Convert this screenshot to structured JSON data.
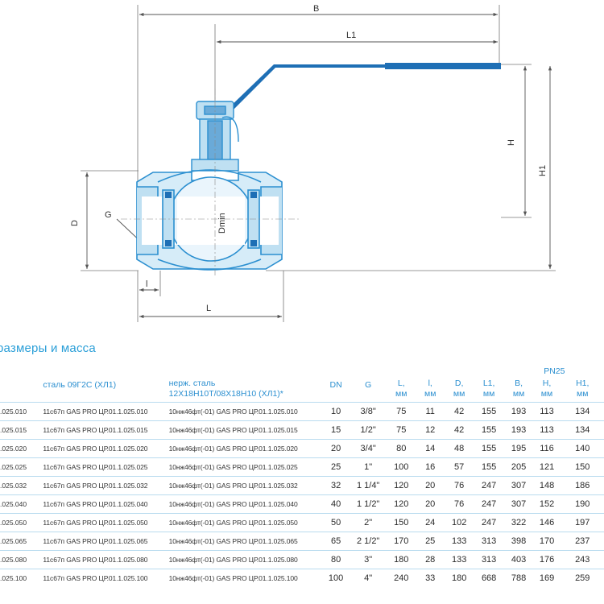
{
  "drawing": {
    "dim_B": "B",
    "dim_L1": "L1",
    "dim_H": "H",
    "dim_H1": "H1",
    "dim_D": "D",
    "dim_G": "G",
    "dim_Dmin": "Dmin",
    "dim_l": "l",
    "dim_L": "L",
    "colors": {
      "body": "#bfe0f2",
      "outline": "#2b8fd0",
      "handle": "#1e6fb5",
      "dim_line": "#555555"
    }
  },
  "section": {
    "title": "размеры и масса"
  },
  "table": {
    "pn_label": "PN25",
    "headers": {
      "col0": "",
      "steel": "сталь 09Г2С (ХЛ1)",
      "stainless_line1": "нерж. сталь",
      "stainless_line2": "12Х18Н10Т/08Х18Н10 (ХЛ1)*",
      "dn": "DN",
      "g": "G",
      "L_name": "L,",
      "l_name": "l,",
      "D_name": "D,",
      "L1_name": "L1,",
      "B_name": "B,",
      "H_name": "H,",
      "H1_name": "H1,",
      "unit": "мм"
    },
    "rows": [
      {
        "c0": ".025.010",
        "steel": "11с67п GAS PRO ЦР.01.1.025.010",
        "stainless": "10нж46фт(-01) GAS PRO ЦР.01.1.025.010",
        "dn": "10",
        "g": "3/8\"",
        "L": "75",
        "l": "11",
        "D": "42",
        "L1": "155",
        "B": "193",
        "H": "113",
        "H1": "134"
      },
      {
        "c0": ".025.015",
        "steel": "11с67п GAS PRO ЦР.01.1.025.015",
        "stainless": "10нж46фт(-01) GAS PRO ЦР.01.1.025.015",
        "dn": "15",
        "g": "1/2\"",
        "L": "75",
        "l": "12",
        "D": "42",
        "L1": "155",
        "B": "193",
        "H": "113",
        "H1": "134"
      },
      {
        "c0": ".025.020",
        "steel": "11с67п GAS PRO ЦР.01.1.025.020",
        "stainless": "10нж46фт(-01) GAS PRO ЦР.01.1.025.020",
        "dn": "20",
        "g": "3/4\"",
        "L": "80",
        "l": "14",
        "D": "48",
        "L1": "155",
        "B": "195",
        "H": "116",
        "H1": "140"
      },
      {
        "c0": ".025.025",
        "steel": "11с67п GAS PRO ЦР.01.1.025.025",
        "stainless": "10нж46фт(-01) GAS PRO ЦР.01.1.025.025",
        "dn": "25",
        "g": "1\"",
        "L": "100",
        "l": "16",
        "D": "57",
        "L1": "155",
        "B": "205",
        "H": "121",
        "H1": "150"
      },
      {
        "c0": ".025.032",
        "steel": "11с67п GAS PRO ЦР.01.1.025.032",
        "stainless": "10нж46фт(-01) GAS PRO ЦР.01.1.025.032",
        "dn": "32",
        "g": "1 1/4\"",
        "L": "120",
        "l": "20",
        "D": "76",
        "L1": "247",
        "B": "307",
        "H": "148",
        "H1": "186"
      },
      {
        "c0": ".025.040",
        "steel": "11с67п GAS PRO ЦР.01.1.025.040",
        "stainless": "10нж46фт(-01) GAS PRO ЦР.01.1.025.040",
        "dn": "40",
        "g": "1 1/2\"",
        "L": "120",
        "l": "20",
        "D": "76",
        "L1": "247",
        "B": "307",
        "H": "152",
        "H1": "190"
      },
      {
        "c0": ".025.050",
        "steel": "11с67п GAS PRO ЦР.01.1.025.050",
        "stainless": "10нж46фт(-01) GAS PRO ЦР.01.1.025.050",
        "dn": "50",
        "g": "2\"",
        "L": "150",
        "l": "24",
        "D": "102",
        "L1": "247",
        "B": "322",
        "H": "146",
        "H1": "197"
      },
      {
        "c0": ".025.065",
        "steel": "11с67п GAS PRO ЦР.01.1.025.065",
        "stainless": "10нж46фт(-01) GAS PRO ЦР.01.1.025.065",
        "dn": "65",
        "g": "2 1/2\"",
        "L": "170",
        "l": "25",
        "D": "133",
        "L1": "313",
        "B": "398",
        "H": "170",
        "H1": "237"
      },
      {
        "c0": ".025.080",
        "steel": "11с67п GAS PRO ЦР.01.1.025.080",
        "stainless": "10нж46фт(-01) GAS PRO ЦР.01.1.025.080",
        "dn": "80",
        "g": "3\"",
        "L": "180",
        "l": "28",
        "D": "133",
        "L1": "313",
        "B": "403",
        "H": "176",
        "H1": "243"
      },
      {
        "c0": ".025.100",
        "steel": "11с67п GAS PRO ЦР.01.1.025.100",
        "stainless": "10нж46фт(-01) GAS PRO ЦР.01.1.025.100",
        "dn": "100",
        "g": "4\"",
        "L": "240",
        "l": "33",
        "D": "180",
        "L1": "668",
        "B": "788",
        "H": "169",
        "H1": "259"
      }
    ]
  }
}
